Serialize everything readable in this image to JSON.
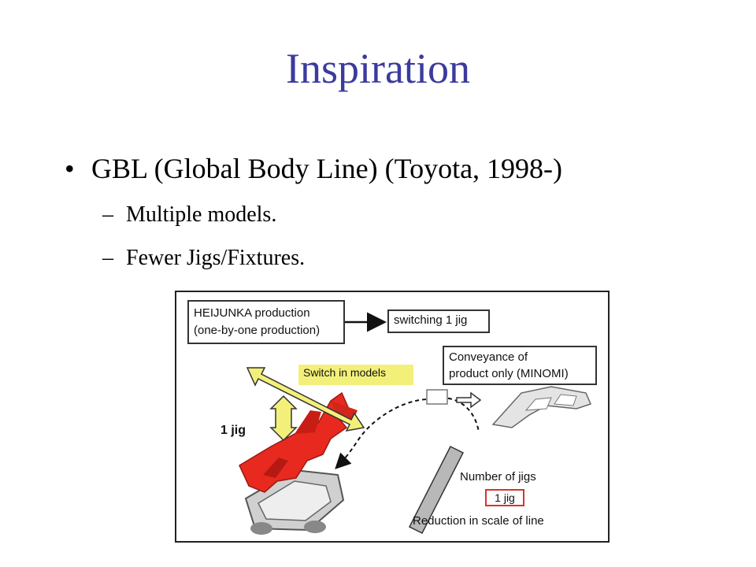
{
  "slide": {
    "title": "Inspiration",
    "bullet": "GBL (Global Body Line) (Toyota, 1998-)",
    "bullet_marker": "•",
    "sub_marker": "–",
    "sub_items": [
      "Multiple models.",
      "Fewer Jigs/Fixtures."
    ]
  },
  "figure": {
    "heijunka_line1": "HEIJUNKA production",
    "heijunka_line2": "(one-by-one production)",
    "switching": "switching 1 jig",
    "conveyance_line1": "Conveyance of",
    "conveyance_line2": "product only (MINOMI)",
    "switch_models": "Switch in models",
    "one_jig_label": "1 jig",
    "number_of_jigs": "Number of jigs",
    "one_jig_badge": "1 jig",
    "reduction": "Reduction in scale of line"
  },
  "colors": {
    "title": "#3b3b9e",
    "highlight": "#f3f07a",
    "jig_red": "#e8291f",
    "badge_border": "#d9342b"
  }
}
